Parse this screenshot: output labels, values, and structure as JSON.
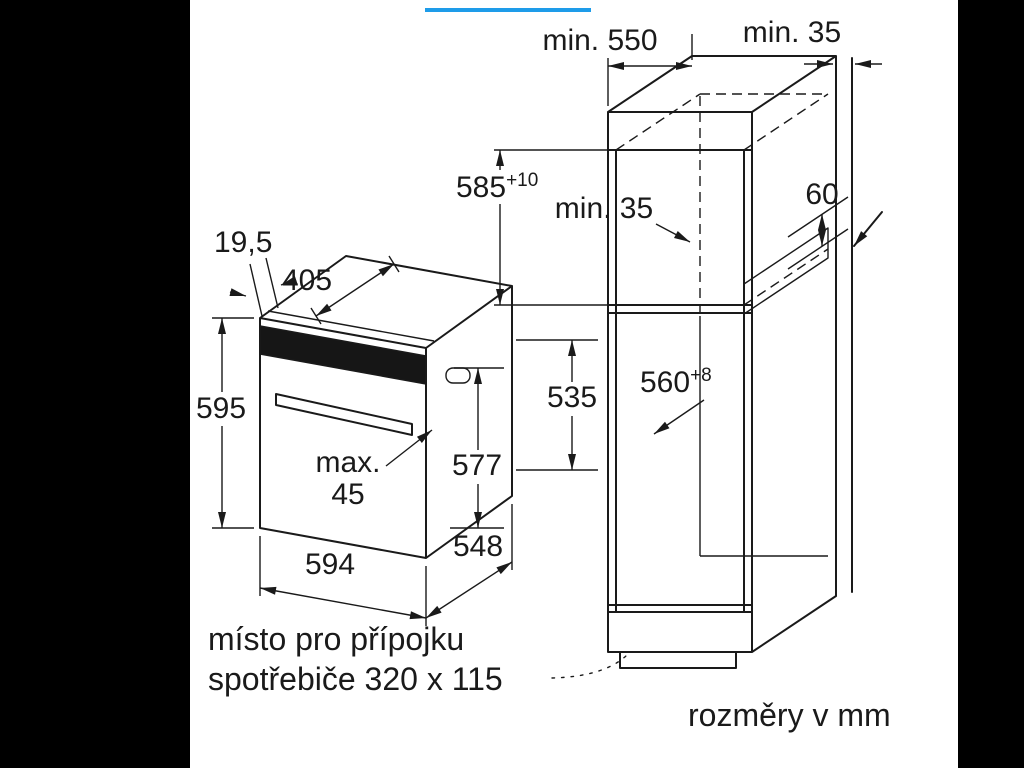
{
  "page": {
    "background_color": "#000000",
    "canvas_color": "#ffffff",
    "accent_bar_color": "#1e9ce9",
    "line_color": "#1a1a1a"
  },
  "diagram": {
    "oven": {
      "panel_offset": "19,5",
      "top_depth": "405",
      "front_height": "595",
      "rear_height": "535",
      "inner_height": "577",
      "handle_label": "max.",
      "handle_value": "45",
      "front_width": "594",
      "body_depth": "548"
    },
    "cabinet": {
      "min_depth": "min. 550",
      "top_rear_gap": "min. 35",
      "niche_height": "585",
      "niche_height_tol": "+10",
      "rear_gap": "min. 35",
      "vent_height": "60",
      "niche_width": "560",
      "niche_width_tol": "+8"
    },
    "notes": {
      "connection_line1": "místo pro přípojku",
      "connection_line2": "spotřebiče 320 x 115",
      "units": "rozměry v mm"
    }
  }
}
